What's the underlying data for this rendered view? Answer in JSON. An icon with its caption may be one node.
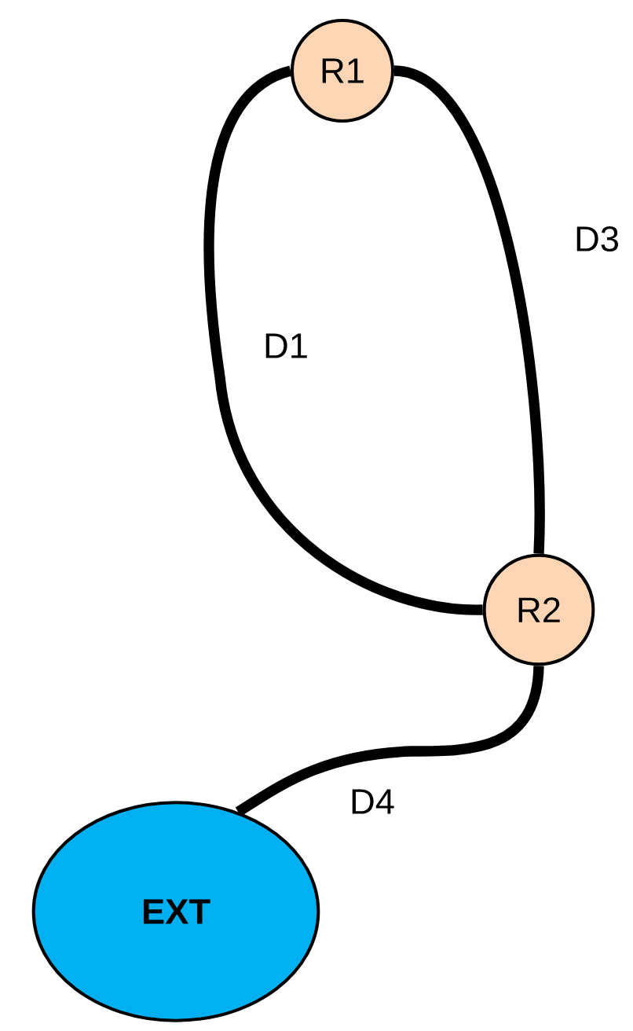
{
  "diagram": {
    "nodes": [
      {
        "text": [
          "R1"
        ]
      },
      {
        "text": [
          "R2"
        ]
      },
      {
        "text": [
          "EXT"
        ]
      }
    ],
    "edges": [
      {
        "from": 0,
        "to": 1,
        "arrow": "none",
        "label": "D1"
      },
      {
        "from": 0,
        "to": 1,
        "arrow": "none",
        "label": "D3"
      },
      {
        "from": 1,
        "to": 2,
        "arrow": "none",
        "label": "D4"
      }
    ]
  }
}
